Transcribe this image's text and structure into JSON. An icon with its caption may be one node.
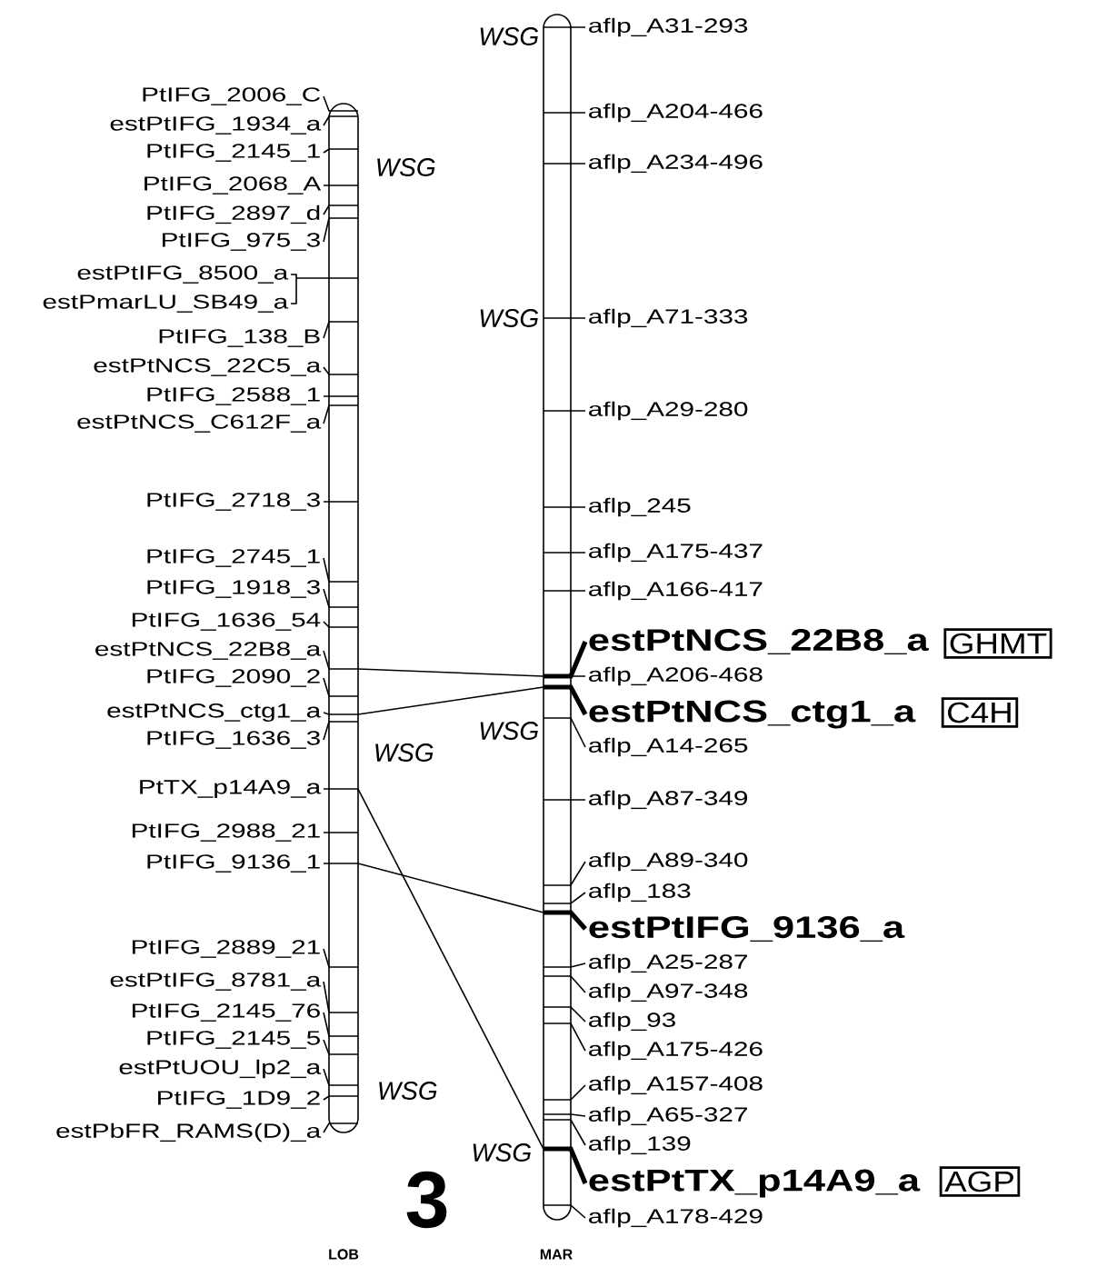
{
  "diagram": {
    "nodes": [
      {
        "text": [],
        "shape": "bar"
      },
      {
        "text": [
          "PtIFG_2006_C"
        ]
      },
      {
        "text": [
          "estPtIFG_1934_a"
        ]
      },
      {
        "text": [
          "PtIFG_2145_1"
        ]
      },
      {
        "text": [
          "PtIFG_2068_A"
        ]
      },
      {
        "text": [
          "PtIFG_2897_d"
        ]
      },
      {
        "text": [
          "PtIFG_975_3"
        ]
      },
      {
        "text": [
          "estPtIFG_8500_a"
        ]
      },
      {
        "text": [
          "estPmarLU_SB49_a"
        ]
      },
      {
        "text": [
          "PtIFG_138_B"
        ]
      },
      {
        "text": [
          "estPtNCS_22C5_a"
        ]
      },
      {
        "text": [
          "PtIFG_2588_1"
        ]
      },
      {
        "text": [
          "estPtNCS_C612F_a"
        ]
      },
      {
        "text": [
          "PtIFG_2718_3"
        ]
      },
      {
        "text": [
          "PtIFG_2745_1"
        ]
      },
      {
        "text": [
          "PtIFG_1918_3"
        ]
      },
      {
        "text": [
          "PtIFG_1636_54"
        ]
      },
      {
        "text": [
          "estPtNCS_22B8_a"
        ]
      },
      {
        "text": [
          "PtIFG_2090_2"
        ]
      },
      {
        "text": [
          "estPtNCS_ctg1_a"
        ]
      },
      {
        "text": [
          "PtIFG_1636_3"
        ]
      },
      {
        "text": [
          "PtTX_p14A9_a"
        ]
      },
      {
        "text": [
          "PtIFG_2988_21"
        ]
      },
      {
        "text": [
          "PtIFG_9136_1"
        ]
      },
      {
        "text": [
          "PtIFG_2889_21"
        ]
      },
      {
        "text": [
          "estPtIFG_8781_a"
        ]
      },
      {
        "text": [
          "PtIFG_2145_76"
        ]
      },
      {
        "text": [
          "PtIFG_2145_5"
        ]
      },
      {
        "text": [
          "estPtUOU_lp2_a"
        ]
      },
      {
        "text": [
          "PtIFG_1D9_2"
        ]
      },
      {
        "text": [
          "estPbFR_RAMS(D)_a"
        ]
      },
      {
        "text": [],
        "shape": "bar"
      },
      {
        "text": [
          "aflp_A31-293"
        ]
      },
      {
        "text": [
          "aflp_A204-466"
        ]
      },
      {
        "text": [
          "aflp_A234-496"
        ]
      },
      {
        "text": [
          "aflp_A71-333"
        ]
      },
      {
        "text": [
          "aflp_A29-280"
        ]
      },
      {
        "text": [
          "aflp_245"
        ]
      },
      {
        "text": [
          "aflp_A175-437"
        ]
      },
      {
        "text": [
          "aflp_A166-417"
        ]
      },
      {
        "text": [
          "estPtNCS_22B8_a"
        ]
      },
      {
        "text": [
          "aflp_A206-468"
        ]
      },
      {
        "text": [
          "estPtNCS_ctg1_a"
        ]
      },
      {
        "text": [
          "aflp_A14-265"
        ]
      },
      {
        "text": [
          "aflp_A87-349"
        ]
      },
      {
        "text": [
          "aflp_A89-340"
        ]
      },
      {
        "text": [
          "aflp_183"
        ]
      },
      {
        "text": [
          "estPtIFG_9136_a"
        ]
      },
      {
        "text": [
          "aflp_A25-287"
        ]
      },
      {
        "text": [
          "aflp_A97-348"
        ]
      },
      {
        "text": [
          "aflp_93"
        ]
      },
      {
        "text": [
          "aflp_A175-426"
        ]
      },
      {
        "text": [
          "aflp_A157-408"
        ]
      },
      {
        "text": [
          "aflp_A65-327"
        ]
      },
      {
        "text": [
          "aflp_139"
        ]
      },
      {
        "text": [
          "estPtTX_p14A9_a"
        ]
      },
      {
        "text": [
          "aflp_A178-429"
        ]
      },
      {
        "text": [
          "GHMT"
        ]
      },
      {
        "text": [
          "C4H"
        ]
      },
      {
        "text": [
          "AGP"
        ]
      }
    ],
    "edges": [
      {
        "from": 1,
        "to": 0,
        "arrow": "none"
      },
      {
        "from": 2,
        "to": 0,
        "arrow": "none"
      },
      {
        "from": 3,
        "to": 0,
        "arrow": "none"
      },
      {
        "from": 4,
        "to": 0,
        "arrow": "none"
      },
      {
        "from": 5,
        "to": 0,
        "arrow": "none"
      },
      {
        "from": 6,
        "to": 0,
        "arrow": "none"
      },
      {
        "from": 7,
        "to": 0,
        "arrow": "none"
      },
      {
        "from": 8,
        "to": 0,
        "arrow": "none"
      },
      {
        "from": 9,
        "to": 0,
        "arrow": "none"
      },
      {
        "from": 10,
        "to": 0,
        "arrow": "none"
      },
      {
        "from": 11,
        "to": 0,
        "arrow": "none"
      },
      {
        "from": 12,
        "to": 0,
        "arrow": "none"
      },
      {
        "from": 13,
        "to": 0,
        "arrow": "none"
      },
      {
        "from": 14,
        "to": 0,
        "arrow": "none"
      },
      {
        "from": 15,
        "to": 0,
        "arrow": "none"
      },
      {
        "from": 16,
        "to": 0,
        "arrow": "none"
      },
      {
        "from": 17,
        "to": 0,
        "arrow": "none"
      },
      {
        "from": 18,
        "to": 0,
        "arrow": "none"
      },
      {
        "from": 19,
        "to": 0,
        "arrow": "none"
      },
      {
        "from": 20,
        "to": 0,
        "arrow": "none"
      },
      {
        "from": 21,
        "to": 0,
        "arrow": "none"
      },
      {
        "from": 22,
        "to": 0,
        "arrow": "none"
      },
      {
        "from": 23,
        "to": 0,
        "arrow": "none"
      },
      {
        "from": 24,
        "to": 0,
        "arrow": "none"
      },
      {
        "from": 25,
        "to": 0,
        "arrow": "none"
      },
      {
        "from": 26,
        "to": 0,
        "arrow": "none"
      },
      {
        "from": 27,
        "to": 0,
        "arrow": "none"
      },
      {
        "from": 28,
        "to": 0,
        "arrow": "none"
      },
      {
        "from": 29,
        "to": 0,
        "arrow": "none"
      },
      {
        "from": 30,
        "to": 0,
        "arrow": "none"
      },
      {
        "from": 32,
        "to": 31,
        "arrow": "none"
      },
      {
        "from": 33,
        "to": 31,
        "arrow": "none"
      },
      {
        "from": 34,
        "to": 31,
        "arrow": "none"
      },
      {
        "from": 35,
        "to": 31,
        "arrow": "none"
      },
      {
        "from": 36,
        "to": 31,
        "arrow": "none"
      },
      {
        "from": 37,
        "to": 31,
        "arrow": "none"
      },
      {
        "from": 38,
        "to": 31,
        "arrow": "none"
      },
      {
        "from": 39,
        "to": 31,
        "arrow": "none"
      },
      {
        "from": 40,
        "to": 31,
        "arrow": "none",
        "style": "thick"
      },
      {
        "from": 41,
        "to": 31,
        "arrow": "none"
      },
      {
        "from": 42,
        "to": 31,
        "arrow": "none",
        "style": "thick"
      },
      {
        "from": 43,
        "to": 31,
        "arrow": "none"
      },
      {
        "from": 44,
        "to": 31,
        "arrow": "none"
      },
      {
        "from": 45,
        "to": 31,
        "arrow": "none"
      },
      {
        "from": 46,
        "to": 31,
        "arrow": "none"
      },
      {
        "from": 47,
        "to": 31,
        "arrow": "none",
        "style": "thick"
      },
      {
        "from": 48,
        "to": 31,
        "arrow": "none"
      },
      {
        "from": 49,
        "to": 31,
        "arrow": "none"
      },
      {
        "from": 50,
        "to": 31,
        "arrow": "none"
      },
      {
        "from": 51,
        "to": 31,
        "arrow": "none"
      },
      {
        "from": 52,
        "to": 31,
        "arrow": "none"
      },
      {
        "from": 53,
        "to": 31,
        "arrow": "none"
      },
      {
        "from": 54,
        "to": 31,
        "arrow": "none"
      },
      {
        "from": 55,
        "to": 31,
        "arrow": "none",
        "style": "thick"
      },
      {
        "from": 56,
        "to": 31,
        "arrow": "none"
      },
      {
        "from": 0,
        "to": 31,
        "arrow": "none"
      },
      {
        "from": 0,
        "to": 31,
        "arrow": "none"
      },
      {
        "from": 0,
        "to": 31,
        "arrow": "none"
      },
      {
        "from": 0,
        "to": 31,
        "arrow": "none"
      }
    ],
    "labels": [
      "WSG",
      "WSG",
      "WSG",
      "WSG",
      "WSG",
      "WSG",
      "WSG",
      "3",
      "LOB",
      "MAR"
    ]
  }
}
